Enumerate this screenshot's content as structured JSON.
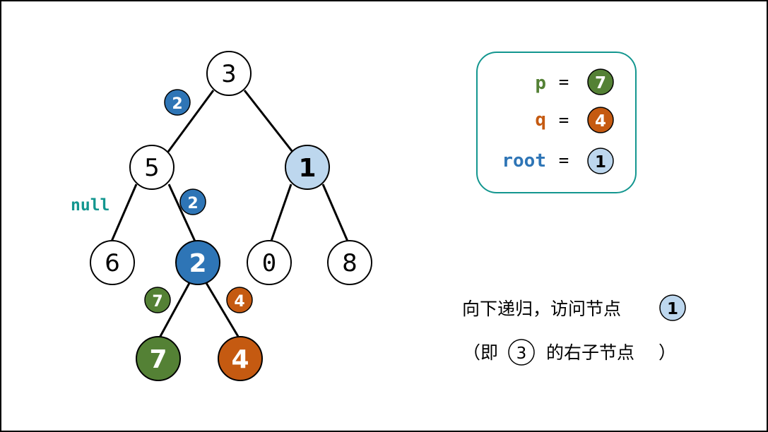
{
  "colors": {
    "green": "#548135",
    "orange": "#c55a11",
    "blue": "#2e75b6",
    "light_blue": "#bdd7ee",
    "teal": "#13968f",
    "black": "#000000",
    "white": "#ffffff"
  },
  "tree": {
    "nodes": {
      "n3": "3",
      "n5": "5",
      "n1": "1",
      "n6": "6",
      "n2": "2",
      "n0": "0",
      "n8": "8",
      "n7": "7",
      "n4": "4"
    },
    "edge_badges": {
      "root_left": "2",
      "five_right": "2",
      "two_left": "7",
      "two_right": "4"
    },
    "null_label": "null"
  },
  "legend": {
    "p_label": "p",
    "q_label": "q",
    "root_label": "root",
    "equals": "=",
    "p_value": "7",
    "q_value": "4",
    "root_value": "1"
  },
  "caption": {
    "line1_text": "向下递归，访问节点",
    "line1_node": "1",
    "line2_open": "（即",
    "line2_node": "3",
    "line2_text": "的右子节点",
    "line2_close": "）"
  }
}
